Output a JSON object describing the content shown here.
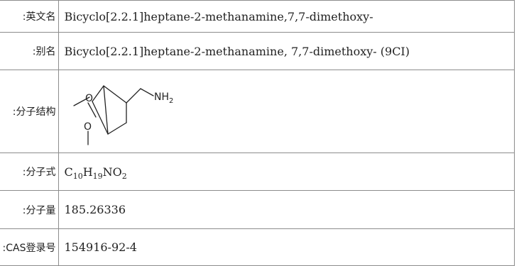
{
  "rows": {
    "english_name": {
      "label": "英文名:",
      "value": "Bicyclo[2.2.1]heptane-2-methanamine,7,7-dimethoxy-"
    },
    "alias": {
      "label": "别名:",
      "value": "Bicyclo[2.2.1]heptane-2-methanamine, 7,7-dimethoxy- (9CI)"
    },
    "structure": {
      "label": "分子结构:",
      "atoms": {
        "o_top": "O",
        "o_bottom": "O",
        "nh": "NH",
        "nh_sub": "2"
      }
    },
    "formula": {
      "label": "分子式:",
      "parts": [
        "C",
        "10",
        "H",
        "19",
        "NO",
        "2"
      ]
    },
    "weight": {
      "label": "分子量:",
      "value": "185.26336"
    },
    "cas": {
      "label": "CAS登录号:",
      "value": "154916-92-4"
    }
  }
}
